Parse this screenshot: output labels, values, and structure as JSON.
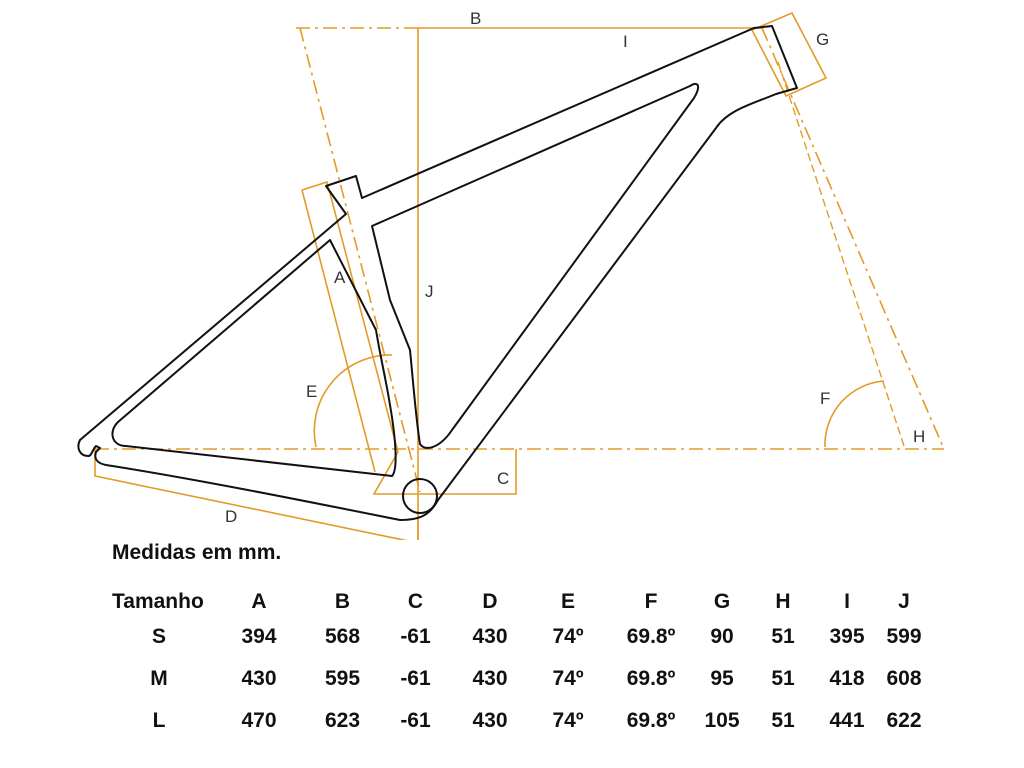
{
  "colors": {
    "frame": "#111111",
    "geometry": "#E39A28",
    "text": "#111111"
  },
  "diagram": {
    "labels": {
      "A": "A",
      "B": "B",
      "C": "C",
      "D": "D",
      "E": "E",
      "F": "F",
      "G": "G",
      "H": "H",
      "I": "I",
      "J": "J"
    }
  },
  "caption": "Medidas em mm.",
  "table": {
    "corner": "Tamanho",
    "columns": [
      "A",
      "B",
      "C",
      "D",
      "E",
      "F",
      "G",
      "H",
      "I",
      "J"
    ],
    "rows": [
      {
        "size": "S",
        "values": [
          "394",
          "568",
          "-61",
          "430",
          "74º",
          "69.8º",
          "90",
          "51",
          "395",
          "599"
        ]
      },
      {
        "size": "M",
        "values": [
          "430",
          "595",
          "-61",
          "430",
          "74º",
          "69.8º",
          "95",
          "51",
          "418",
          "608"
        ]
      },
      {
        "size": "L",
        "values": [
          "470",
          "623",
          "-61",
          "430",
          "74º",
          "69.8º",
          "105",
          "51",
          "441",
          "622"
        ]
      }
    ]
  }
}
